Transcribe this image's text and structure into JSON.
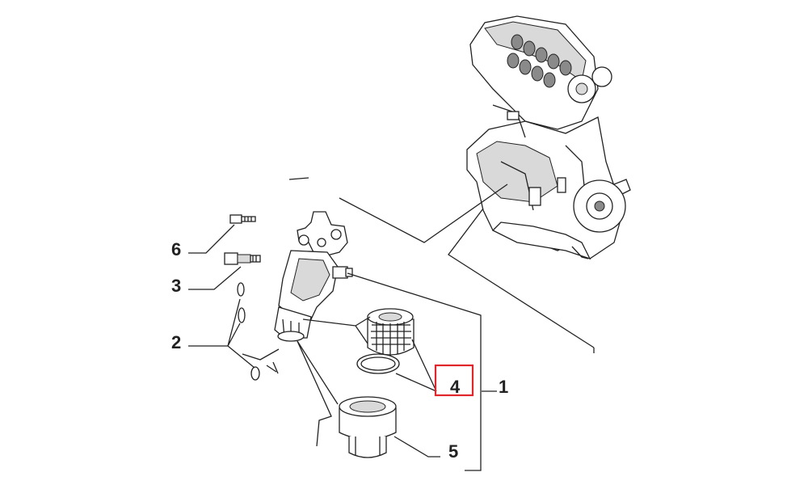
{
  "diagram": {
    "callouts": [
      {
        "id": "callout-1",
        "label": "1"
      },
      {
        "id": "callout-2",
        "label": "2"
      },
      {
        "id": "callout-3",
        "label": "3"
      },
      {
        "id": "callout-4",
        "label": "4",
        "highlighted": true
      },
      {
        "id": "callout-5",
        "label": "5"
      },
      {
        "id": "callout-6",
        "label": "6"
      }
    ],
    "colors": {
      "line": "#222222",
      "highlight": "#e0262a",
      "background": "#ffffff"
    }
  }
}
